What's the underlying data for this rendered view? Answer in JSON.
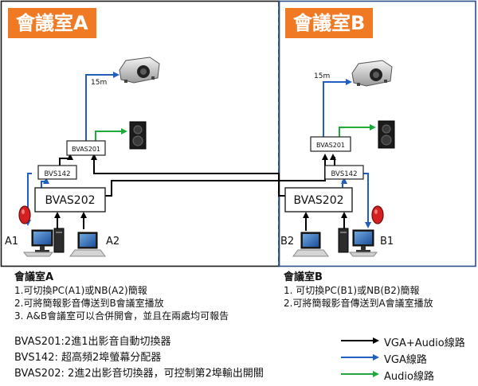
{
  "rooms": {
    "a": {
      "title": "會議室A"
    },
    "b": {
      "title": "會議室B"
    }
  },
  "devices": {
    "bvas202": "BVAS202",
    "bvas201": "BVAS201",
    "bvs142": "BVS142",
    "cable_length": "15m"
  },
  "sources": {
    "a1": "A1",
    "a2": "A2",
    "b1": "B1",
    "b2": "B2"
  },
  "notes": {
    "a": {
      "heading": "會議室A",
      "lines": [
        "1.可切換PC(A1)或NB(A2)簡報",
        "2.可將簡報影音傳送到B會議室播放",
        "3. A&B會議室可以合併開會，並且在兩處均可報告"
      ]
    },
    "b": {
      "heading": "會議室B",
      "lines": [
        "1. 可切換PC(B1)或NB(B2)簡報",
        "2.可將簡報影音傳送到A會議室播放"
      ]
    }
  },
  "device_descriptions": [
    "BVAS201:2進1出影音自動切換器",
    "BVS142: 超高頻2埠螢幕分配器",
    "BVAS202: 2進2出影音切換器，可控制第2埠輸出開關"
  ],
  "legend": [
    {
      "label": "VGA+Audio線路",
      "color": "#000000"
    },
    {
      "label": "VGA線路",
      "color": "#1f5fbf"
    },
    {
      "label": "Audio線路",
      "color": "#1faa3a"
    }
  ],
  "colors": {
    "room_border_a": "#1a1a1a",
    "room_border_b": "#2b4f8a",
    "title_bg": "#ef7a23",
    "vga": "#1f5fbf",
    "audio": "#1faa3a",
    "vga_audio": "#000000",
    "remote_red": "#d42020"
  }
}
